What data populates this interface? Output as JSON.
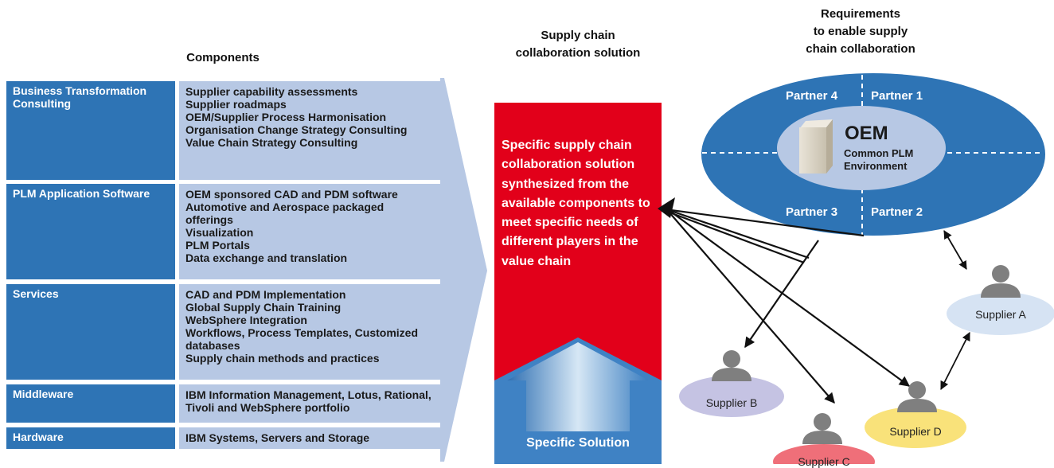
{
  "headers": {
    "components": "Components",
    "solution": [
      "Supply chain",
      "collaboration solution"
    ],
    "requirements": [
      "Requirements",
      "to enable supply",
      "chain collaboration"
    ]
  },
  "components": [
    {
      "category": "Business Transformation Consulting",
      "items": [
        "Supplier capability assessments",
        "Supplier roadmaps",
        "OEM/Supplier Process Harmonisation",
        "Organisation Change Strategy Consulting",
        "Value Chain Strategy Consulting"
      ]
    },
    {
      "category": "PLM Application Software",
      "items": [
        "OEM sponsored CAD and PDM software",
        "Automotive and Aerospace packaged offerings",
        "Visualization",
        "PLM Portals",
        "Data exchange and translation"
      ]
    },
    {
      "category": "Services",
      "items": [
        "CAD and PDM Implementation",
        "Global Supply Chain Training",
        "WebSphere Integration",
        "Workflows, Process Templates, Customized databases",
        "Supply chain methods and practices"
      ]
    },
    {
      "category": "Middleware",
      "items": [
        "IBM Information Management, Lotus, Rational, Tivoli and WebSphere portfolio"
      ]
    },
    {
      "category": "Hardware",
      "items": [
        "IBM Systems, Servers and Storage"
      ]
    }
  ],
  "solution": {
    "description": "Specific supply chain collaboration solution synthesized from the available components to meet specific needs of different players in the value chain",
    "label": "Specific Solution"
  },
  "oem": {
    "title": "OEM",
    "subtitle": "Common PLM Environment",
    "partners": [
      "Partner 4",
      "Partner 1",
      "Partner 3",
      "Partner 2"
    ]
  },
  "suppliers": [
    "Supplier A",
    "Supplier B",
    "Supplier C",
    "Supplier D"
  ],
  "colors": {
    "blue": "#2e74b5",
    "light_blue": "#b7c8e4",
    "red": "#e2001a",
    "supplier_a": "#d6e3f3",
    "supplier_b": "#c5c3e3",
    "supplier_c": "#ef6f79",
    "supplier_d": "#f9e27a"
  }
}
